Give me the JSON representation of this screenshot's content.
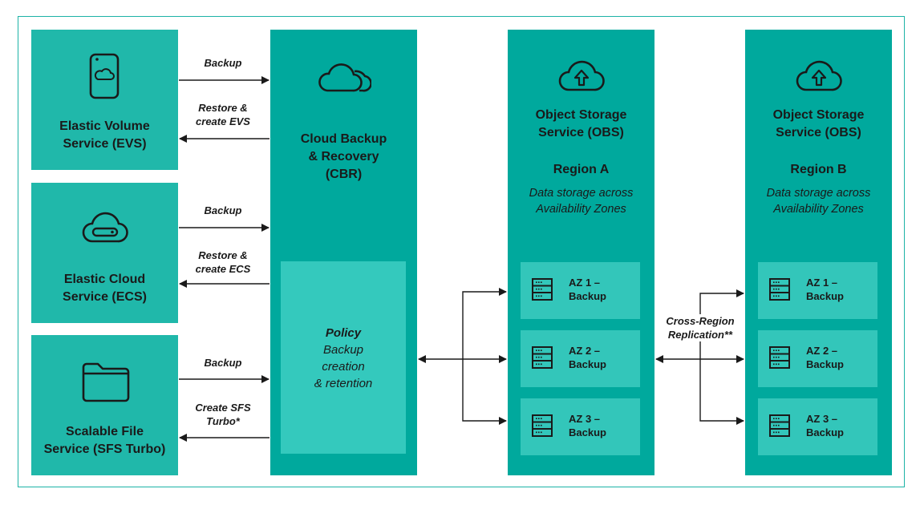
{
  "sources": {
    "evs": {
      "line1": "Elastic Volume",
      "line2": "Service (EVS)",
      "icon": "tablet-cloud-icon"
    },
    "ecs": {
      "line1": "Elastic Cloud",
      "line2": "Service (ECS)",
      "icon": "cloud-server-icon"
    },
    "sfs": {
      "line1": "Scalable File",
      "line2": "Service (SFS Turbo)",
      "icon": "folder-icon"
    }
  },
  "arrows": {
    "evs_backup": "Backup",
    "evs_restore_1": "Restore &",
    "evs_restore_2": "create EVS",
    "ecs_backup": "Backup",
    "ecs_restore_1": "Restore &",
    "ecs_restore_2": "create ECS",
    "sfs_backup": "Backup",
    "sfs_create_1": "Create SFS",
    "sfs_create_2": "Turbo*",
    "cross_region_1": "Cross-Region",
    "cross_region_2": "Replication**"
  },
  "cbr": {
    "line1": "Cloud Backup",
    "line2": "& Recovery",
    "line3": "(CBR)",
    "icon": "clouds-icon",
    "policy_title": "Policy",
    "policy_1": "Backup",
    "policy_2": "creation",
    "policy_3": "& retention"
  },
  "regions": [
    {
      "line1": "Object Storage",
      "line2": "Service (OBS)",
      "region": "Region A",
      "desc1": "Data storage across",
      "desc2": "Availability Zones",
      "icon": "cloud-upload-icon",
      "azs": [
        {
          "line1": "AZ 1 –",
          "line2": "Backup"
        },
        {
          "line1": "AZ 2 –",
          "line2": "Backup"
        },
        {
          "line1": "AZ 3 –",
          "line2": "Backup"
        }
      ]
    },
    {
      "line1": "Object Storage",
      "line2": "Service (OBS)",
      "region": "Region B",
      "desc1": "Data storage across",
      "desc2": "Availability Zones",
      "icon": "cloud-upload-icon",
      "azs": [
        {
          "line1": "AZ 1 –",
          "line2": "Backup"
        },
        {
          "line1": "AZ 2 –",
          "line2": "Backup"
        },
        {
          "line1": "AZ 3 –",
          "line2": "Backup"
        }
      ]
    }
  ],
  "colors": {
    "frame": "#1db3a6",
    "service_box": "#20b8aa",
    "column": "#00a99d",
    "policy_panel": "#34c9bd",
    "az_box": "#33c6ba"
  }
}
